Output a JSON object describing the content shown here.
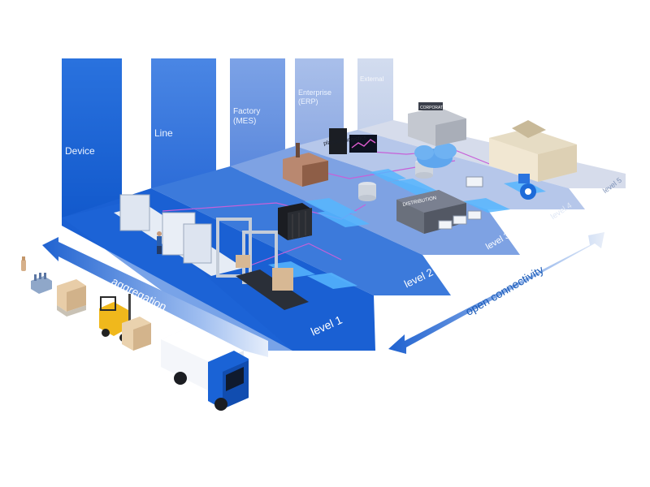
{
  "columns": {
    "device": "Device",
    "line": "Line",
    "factory": "Factory\n(MES)",
    "factory_l1": "Factory",
    "factory_l2": "(MES)",
    "enterprise_l1": "Enterprise",
    "enterprise_l2": "(ERP)",
    "external": "External"
  },
  "levels": {
    "level1": "level 1",
    "level2": "level 2",
    "level3": "level 3",
    "level4": "level 4",
    "level5": "level 5"
  },
  "arrows": {
    "aggregation": "aggregation",
    "open_connectivity": "open connectivity"
  },
  "building_signs": {
    "distribution": "DISTRIBUTION",
    "corporate_hq": "CORPORATE HQ",
    "planning": "planning/logistics"
  },
  "colors": {
    "deep_blue": "#1565d8",
    "mid_blue": "#3a7fe0",
    "light_blue": "#7ea6e8",
    "pale_blue": "#b8c9ec",
    "grey": "#d9dee8",
    "accent_pink": "#d46ad8",
    "truck_blue": "#1a63d6"
  }
}
